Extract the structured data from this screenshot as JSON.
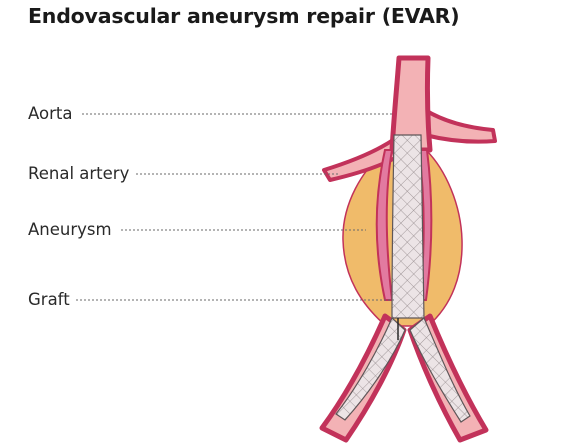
{
  "title": "Endovascular aneurysm repair (EVAR)",
  "labels": {
    "aorta": "Aorta",
    "renal_artery": "Renal artery",
    "aneurysm": "Aneurysm",
    "graft": "Graft"
  },
  "colors": {
    "vessel_wall": "#c2325a",
    "vessel_lumen": "#f3b2b5",
    "aneurysm_sac": "#f0bb6a",
    "graft_fill": "#ece4e6",
    "graft_mesh": "#8f8587",
    "leader_line": "#6a6a6a",
    "text": "#2a2a2a"
  }
}
